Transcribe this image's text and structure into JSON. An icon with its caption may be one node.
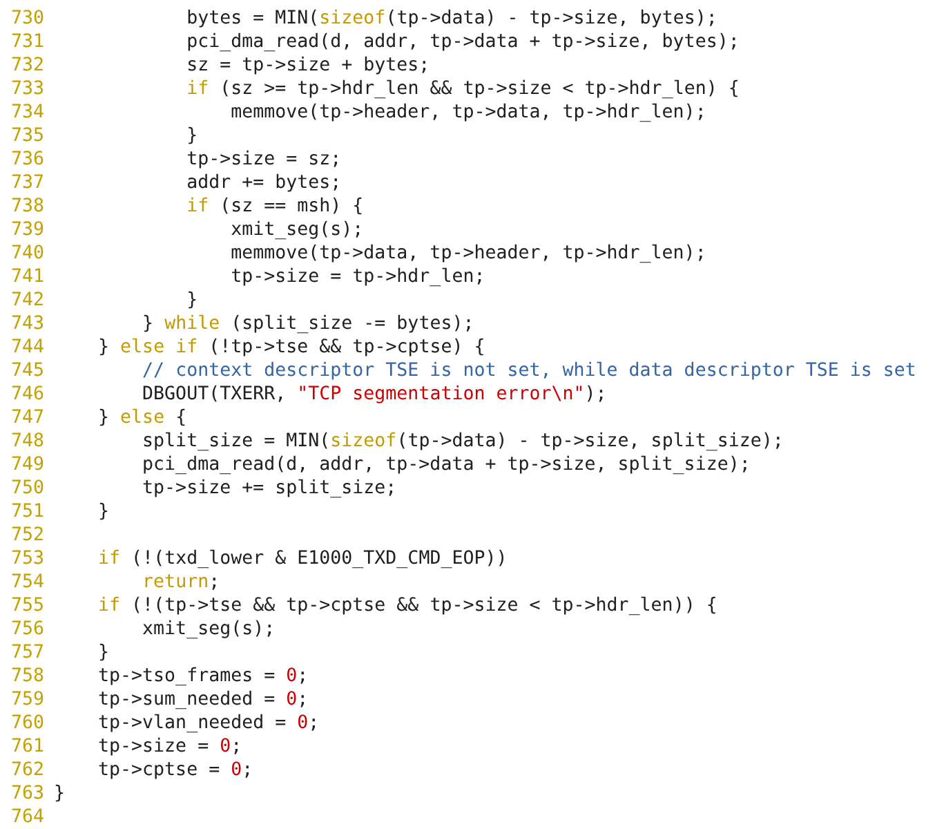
{
  "diagram": {
    "labels": [
      "730",
      "            bytes = MIN(sizeof(tp->data) - tp->size, bytes);",
      "731",
      "            pci_dma_read(d, addr, tp->data + tp->size, bytes);",
      "732",
      "            sz = tp->size + bytes;",
      "733",
      "            if (sz >= tp->hdr_len && tp->size < tp->hdr_len) {",
      "734",
      "                memmove(tp->header, tp->data, tp->hdr_len);",
      "735",
      "            }",
      "736",
      "            tp->size = sz;",
      "737",
      "            addr += bytes;",
      "738",
      "            if (sz == msh) {",
      "739",
      "                xmit_seg(s);",
      "740",
      "                memmove(tp->data, tp->header, tp->hdr_len);",
      "741",
      "                tp->size = tp->hdr_len;",
      "742",
      "            }",
      "743",
      "        } while (split_size -= bytes);",
      "744",
      "    } else if (!tp->tse && tp->cptse) {",
      "745",
      "        // context descriptor TSE is not set, while data descriptor TSE is set",
      "746",
      "        DBGOUT(TXERR, \"TCP segmentation error\\n\");",
      "747",
      "    } else {",
      "748",
      "        split_size = MIN(sizeof(tp->data) - tp->size, split_size);",
      "749",
      "        pci_dma_read(d, addr, tp->data + tp->size, split_size);",
      "750",
      "        tp->size += split_size;",
      "751",
      "    }",
      "752",
      "753",
      "    if (!(txd_lower & E1000_TXD_CMD_EOP))",
      "754",
      "        return;",
      "755",
      "    if (!(tp->tse && tp->cptse && tp->size < tp->hdr_len)) {",
      "756",
      "        xmit_seg(s);",
      "757",
      "    }",
      "758",
      "    tp->tso_frames = 0;",
      "759",
      "    tp->sum_needed = 0;",
      "760",
      "    tp->vlan_needed = 0;",
      "761",
      "    tp->size = 0;",
      "762",
      "    tp->cptse = 0;",
      "763",
      "}",
      "764"
    ]
  }
}
